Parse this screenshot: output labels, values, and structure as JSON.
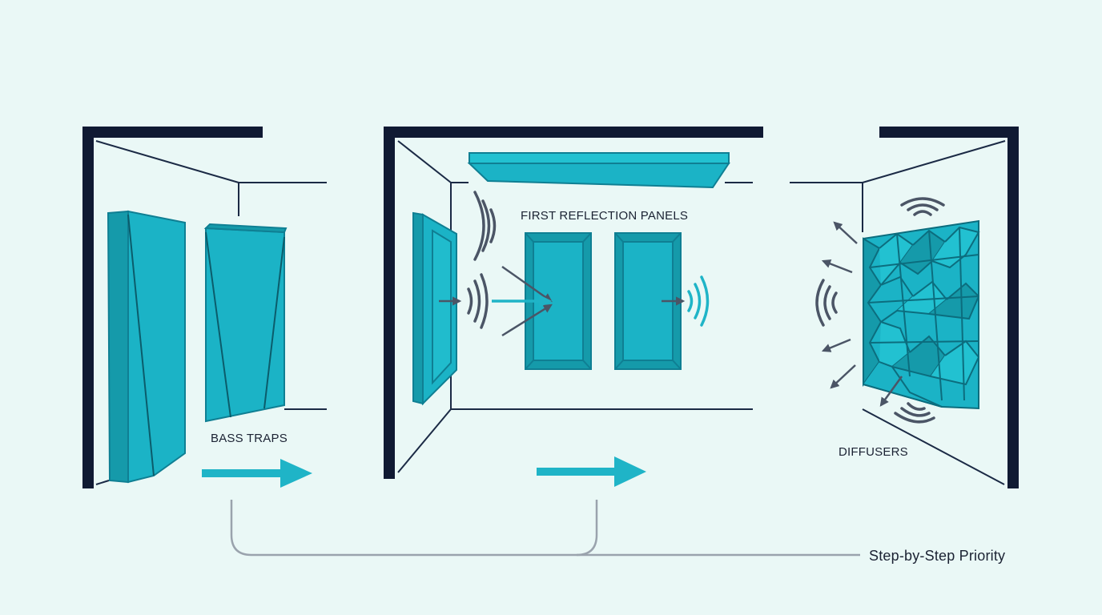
{
  "labels": {
    "bass_traps": "BASS TRAPS",
    "first_reflection_panels": "FIRST REFLECTION PANELS",
    "diffusers": "DIFFUSERS",
    "sequence": "Step-by-Step Priority"
  },
  "colors": {
    "background": "#eaf8f6",
    "wall_line": "#101a33",
    "room_line": "#1b2a45",
    "panel_fill": "#1bb3c6",
    "panel_edge": "#0f7f93",
    "panel_side": "#159aaa",
    "flow_arrow": "#1fb4c7",
    "sound_arrow": "#4b5566",
    "connector": "#9aa3ad"
  },
  "icons": {
    "stage_arrow": "right-arrow-icon",
    "sound_wave": "sound-wave-icon",
    "reflection": "reflection-arrow-icon",
    "scatter": "scatter-arrow-icon"
  }
}
